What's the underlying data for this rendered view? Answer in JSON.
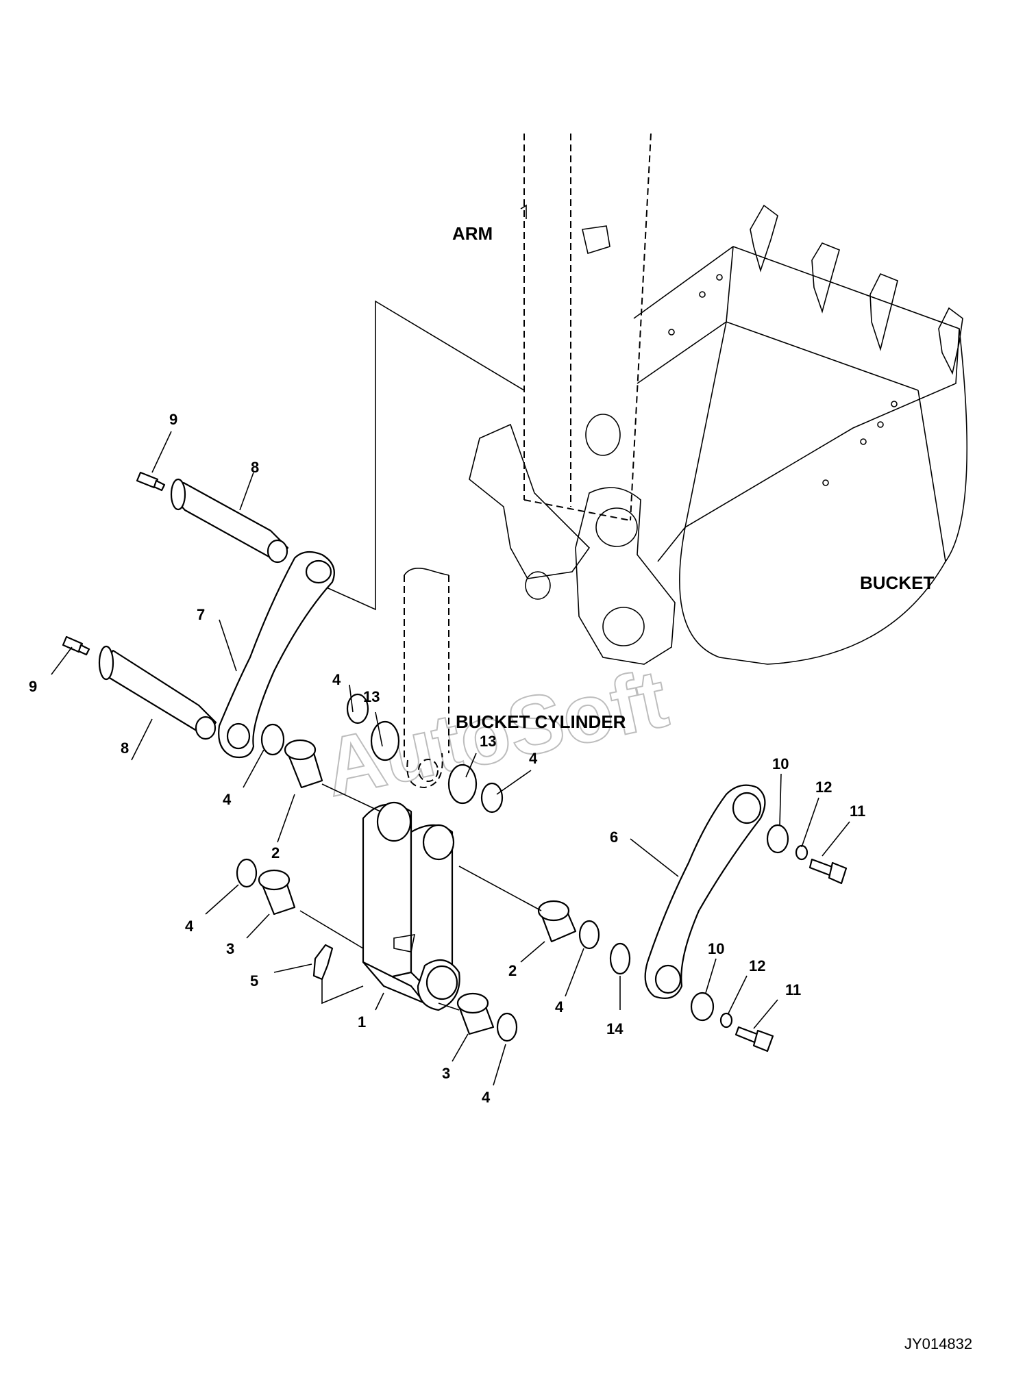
{
  "labels": {
    "arm": "ARM",
    "bucket": "BUCKET",
    "bucket_cylinder": "BUCKET CYLINDER",
    "drawing_code": "JY014832"
  },
  "watermark": "AutoSoft",
  "callouts": [
    {
      "id": "c9a",
      "text": "9"
    },
    {
      "id": "c8a",
      "text": "8"
    },
    {
      "id": "c7",
      "text": "7"
    },
    {
      "id": "c9b",
      "text": "9"
    },
    {
      "id": "c8b",
      "text": "8"
    },
    {
      "id": "c4a",
      "text": "4"
    },
    {
      "id": "c13a",
      "text": "13"
    },
    {
      "id": "c13b",
      "text": "13"
    },
    {
      "id": "c4b",
      "text": "4"
    },
    {
      "id": "c4c",
      "text": "4"
    },
    {
      "id": "c2a",
      "text": "2"
    },
    {
      "id": "c10a",
      "text": "10"
    },
    {
      "id": "c12a",
      "text": "12"
    },
    {
      "id": "c11a",
      "text": "11"
    },
    {
      "id": "c6",
      "text": "6"
    },
    {
      "id": "c4d",
      "text": "4"
    },
    {
      "id": "c3a",
      "text": "3"
    },
    {
      "id": "c5",
      "text": "5"
    },
    {
      "id": "c2b",
      "text": "2"
    },
    {
      "id": "c4e",
      "text": "4"
    },
    {
      "id": "c14",
      "text": "14"
    },
    {
      "id": "c10b",
      "text": "10"
    },
    {
      "id": "c12b",
      "text": "12"
    },
    {
      "id": "c11b",
      "text": "11"
    },
    {
      "id": "c1",
      "text": "1"
    },
    {
      "id": "c3b",
      "text": "3"
    },
    {
      "id": "c4f",
      "text": "4"
    }
  ]
}
